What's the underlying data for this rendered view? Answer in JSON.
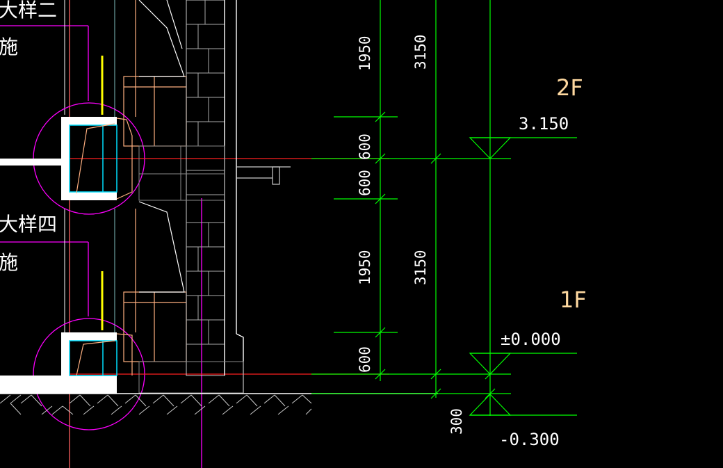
{
  "drawing": {
    "detail_labels": [
      {
        "id": "detail-label-top",
        "text": "大样二"
      },
      {
        "id": "detail-label-mid",
        "text": "大样四"
      }
    ],
    "note_labels": [
      {
        "id": "note-label-top",
        "text": "施"
      },
      {
        "id": "note-label-mid",
        "text": "施"
      }
    ],
    "floors": [
      {
        "id": "floor-2f",
        "label": "2F",
        "elevation": "3.150"
      },
      {
        "id": "floor-1f",
        "label": "1F",
        "elevation": "±0.000"
      },
      {
        "id": "floor-ground",
        "label": "",
        "elevation": "-0.300"
      }
    ],
    "dimensions_inner": [
      "1950",
      "600",
      "600",
      "1950",
      "600"
    ],
    "dimensions_outer": [
      "3150",
      "3150",
      "300"
    ],
    "colors": {
      "background": "#000000",
      "dimension": "#00ff00",
      "wall": "#ffffff",
      "grid": "#ff00ff",
      "axis": "#ff0000",
      "window": "#00ffff",
      "frame": "#ffb080",
      "accent": "#ffff00"
    }
  }
}
